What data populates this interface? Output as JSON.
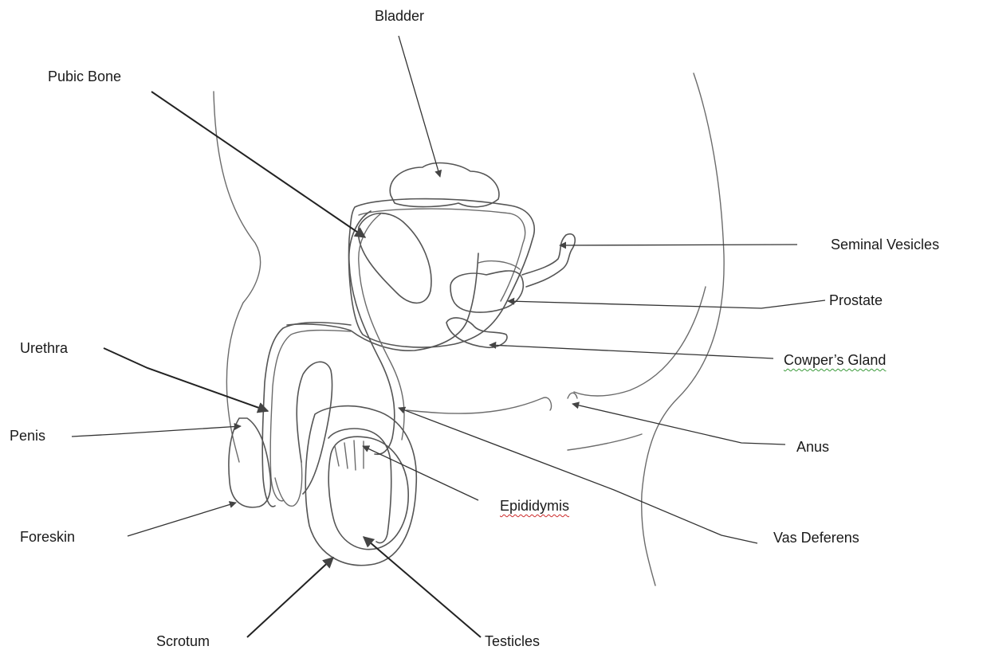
{
  "labels": {
    "bladder": "Bladder",
    "pubic_bone": "Pubic Bone",
    "seminal_vesicles": "Seminal Vesicles",
    "prostate": "Prostate",
    "urethra": "Urethra",
    "cowpers_gland": "Cowper’s Gland",
    "penis": "Penis",
    "anus": "Anus",
    "epididymis": "Epididymis",
    "foreskin": "Foreskin",
    "vas_deferens": "Vas Deferens",
    "scrotum": "Scrotum",
    "testicles": "Testicles"
  },
  "colors": {
    "ink": "#6b6b6b",
    "leader": "#333333",
    "spellcheck_red": "#cc2a2a",
    "spellcheck_green": "#3a9a3a"
  }
}
